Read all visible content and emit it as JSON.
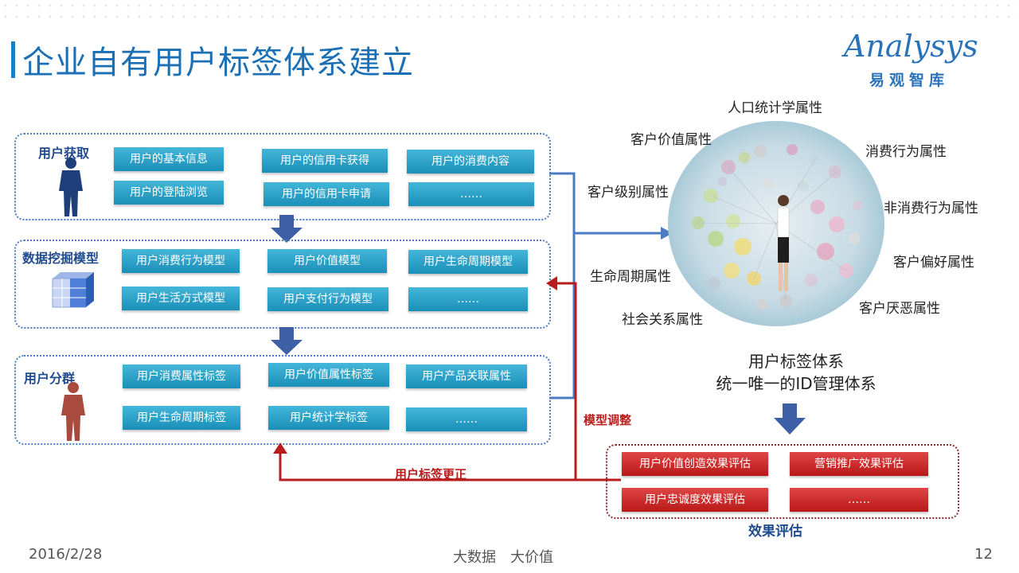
{
  "title": "企业自有用户标签体系建立",
  "logo": {
    "name": "Analysys",
    "sub": "易观智库"
  },
  "panels": {
    "acquire": {
      "label": "用户获取",
      "tiles": [
        "用户的基本信息",
        "用户的信用卡获得",
        "用户的消费内容",
        "用户的登陆浏览",
        "用户的信用卡申请",
        "……"
      ]
    },
    "mining": {
      "label": "数据挖掘模型",
      "tiles": [
        "用户消费行为模型",
        "用户价值模型",
        "用户生命周期模型",
        "用户生活方式模型",
        "用户支付行为模型",
        "……"
      ]
    },
    "segment": {
      "label": "用户分群",
      "tiles": [
        "用户消费属性标签",
        "用户价值属性标签",
        "用户产品关联属性",
        "用户生命周期标签",
        "用户统计学标签",
        "……"
      ]
    }
  },
  "attributes": {
    "demographic": "人口统计学属性",
    "value": "客户价值属性",
    "consumption": "消费行为属性",
    "level": "客户级别属性",
    "non_consumption": "非消费行为属性",
    "preference": "客户偏好属性",
    "lifecycle": "生命周期属性",
    "aversion": "客户厌恶属性",
    "social": "社会关系属性"
  },
  "caption": {
    "line1": "用户标签体系",
    "line2": "统一唯一的ID管理体系"
  },
  "evaluation": {
    "label": "效果评估",
    "tiles": [
      "用户价值创造效果评估",
      "营销推广效果评估",
      "用户忠诚度效果评估",
      "……"
    ]
  },
  "feedback": {
    "model_adjust": "模型调整",
    "tag_correct": "用户标签更正"
  },
  "footer": {
    "date": "2016/2/28",
    "center": "大数据　大价值",
    "page": "12"
  },
  "colors": {
    "accent": "#1b6fb5",
    "tile": "#2aa3cc",
    "red": "#b91c1c",
    "panel_border": "#4a7cc4"
  }
}
